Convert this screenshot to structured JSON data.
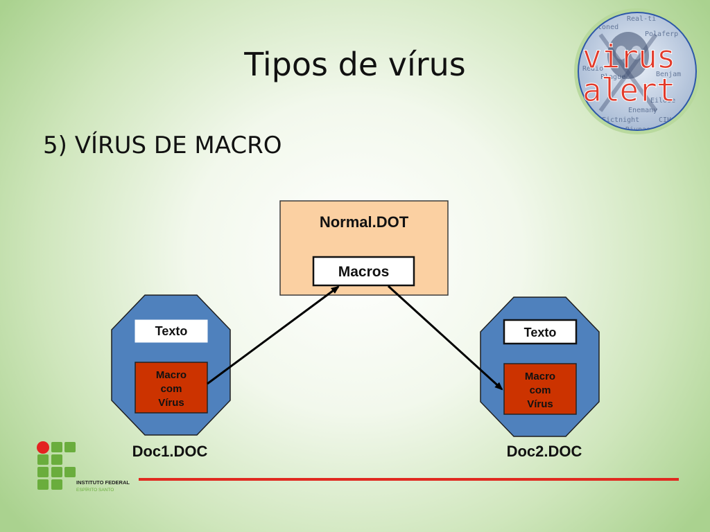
{
  "slide": {
    "title": "Tipos de vírus",
    "subtitle": "5) VÍRUS DE MACRO"
  },
  "badge": {
    "line1": "virus",
    "line2": "alert",
    "background_words": [
      "Real-ti",
      "Polaferp",
      "Stoned",
      "Redio",
      "Plague",
      "Benjam",
      "Eilose",
      "Enemany",
      "Fictnight",
      "CIH-I",
      "Rivpas"
    ],
    "icon": "virus-alert-badge-icon"
  },
  "diagram": {
    "normal_box": {
      "title": "Normal.DOT",
      "macros_label": "Macros"
    },
    "doc1": {
      "texto_label": "Texto",
      "macro_label": [
        "Macro",
        "com",
        "Vírus"
      ],
      "caption": "Doc1.DOC"
    },
    "doc2": {
      "texto_label": "Texto",
      "macro_label": [
        "Macro",
        "com",
        "Vírus"
      ],
      "caption": "Doc2.DOC"
    },
    "colors": {
      "octagon_fill": "#4f81bd",
      "octagon_stroke": "#1e1e1e",
      "normal_fill": "#fbd0a2",
      "macro_fill": "#cc3300",
      "arrow": "#000000"
    }
  },
  "footer": {
    "institution_line1": "INSTITUTO FEDERAL",
    "institution_line2": "ESPÍRITO SANTO",
    "colors": {
      "logo_green": "#6aad3d",
      "logo_red": "#e32321",
      "rule_red": "#e02a20"
    }
  }
}
